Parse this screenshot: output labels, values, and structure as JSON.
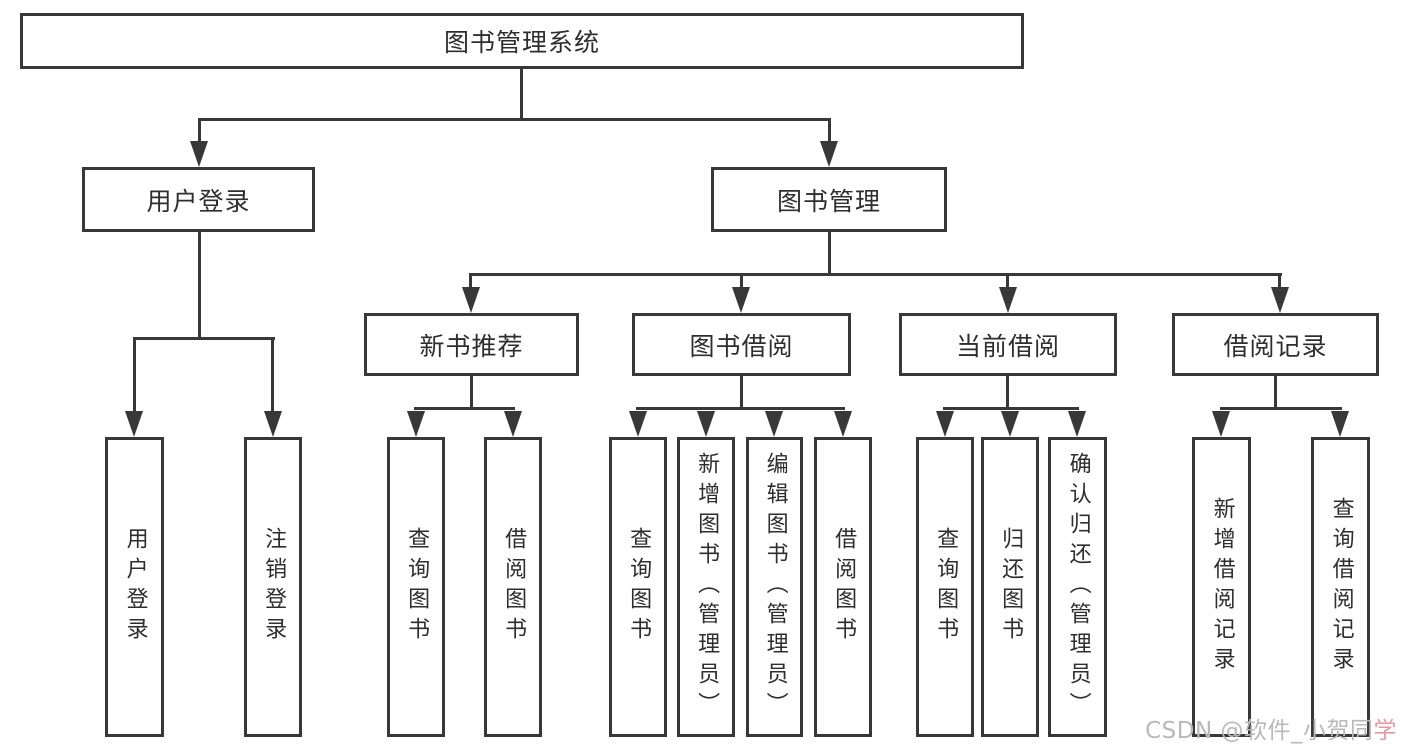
{
  "diagram": {
    "root": {
      "label": "图书管理系统"
    },
    "branches": [
      {
        "label": "用户登录",
        "children": [
          {
            "label": "用户登录"
          },
          {
            "label": "注销登录"
          }
        ]
      },
      {
        "label": "图书管理",
        "children": [
          {
            "label": "新书推荐",
            "children": [
              {
                "label": "查询图书"
              },
              {
                "label": "借阅图书"
              }
            ]
          },
          {
            "label": "图书借阅",
            "children": [
              {
                "label": "查询图书"
              },
              {
                "label": "新增图书（管理员）"
              },
              {
                "label": "编辑图书（管理员）"
              },
              {
                "label": "借阅图书"
              }
            ]
          },
          {
            "label": "当前借阅",
            "children": [
              {
                "label": "查询图书"
              },
              {
                "label": "归还图书"
              },
              {
                "label": "确认归还（管理员）"
              }
            ]
          },
          {
            "label": "借阅记录",
            "children": [
              {
                "label": "新增借阅记录"
              },
              {
                "label": "查询借阅记录"
              }
            ]
          }
        ]
      }
    ]
  },
  "watermark": {
    "text": "CSDN @软件_小贺同",
    "accent": "学"
  },
  "colors": {
    "line": "#383838",
    "text": "#2e2e2e",
    "background": "#ffffff",
    "watermark_gray": "#b9b9b9",
    "watermark_accent": "#e49aa6"
  }
}
